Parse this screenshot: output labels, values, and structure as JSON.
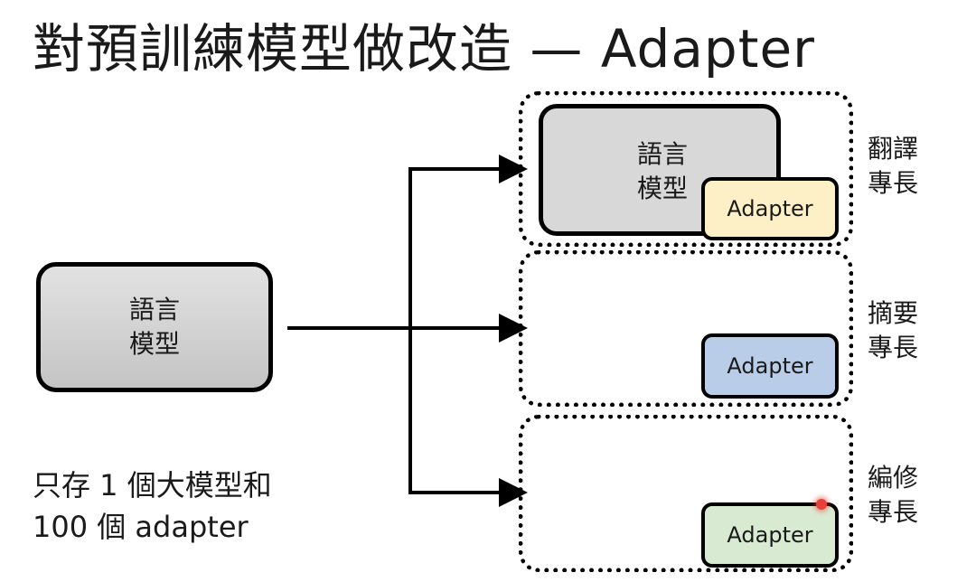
{
  "title": "對預訓練模型做改造 — Adapter",
  "base_model": {
    "label": "語言\n模型"
  },
  "branches": [
    {
      "model_label": "語言\n模型",
      "adapter_label": "Adapter",
      "skill_label": "翻譯\n專長",
      "adapter_color": "#fdf0c6"
    },
    {
      "adapter_label": "Adapter",
      "skill_label": "摘要\n專長",
      "adapter_color": "#b9cde9"
    },
    {
      "adapter_label": "Adapter",
      "skill_label": "編修\n專長",
      "adapter_color": "#d9ead3"
    }
  ],
  "footnote": {
    "line1": "只存 1 個大模型和",
    "line2": "100 個 adapter"
  }
}
